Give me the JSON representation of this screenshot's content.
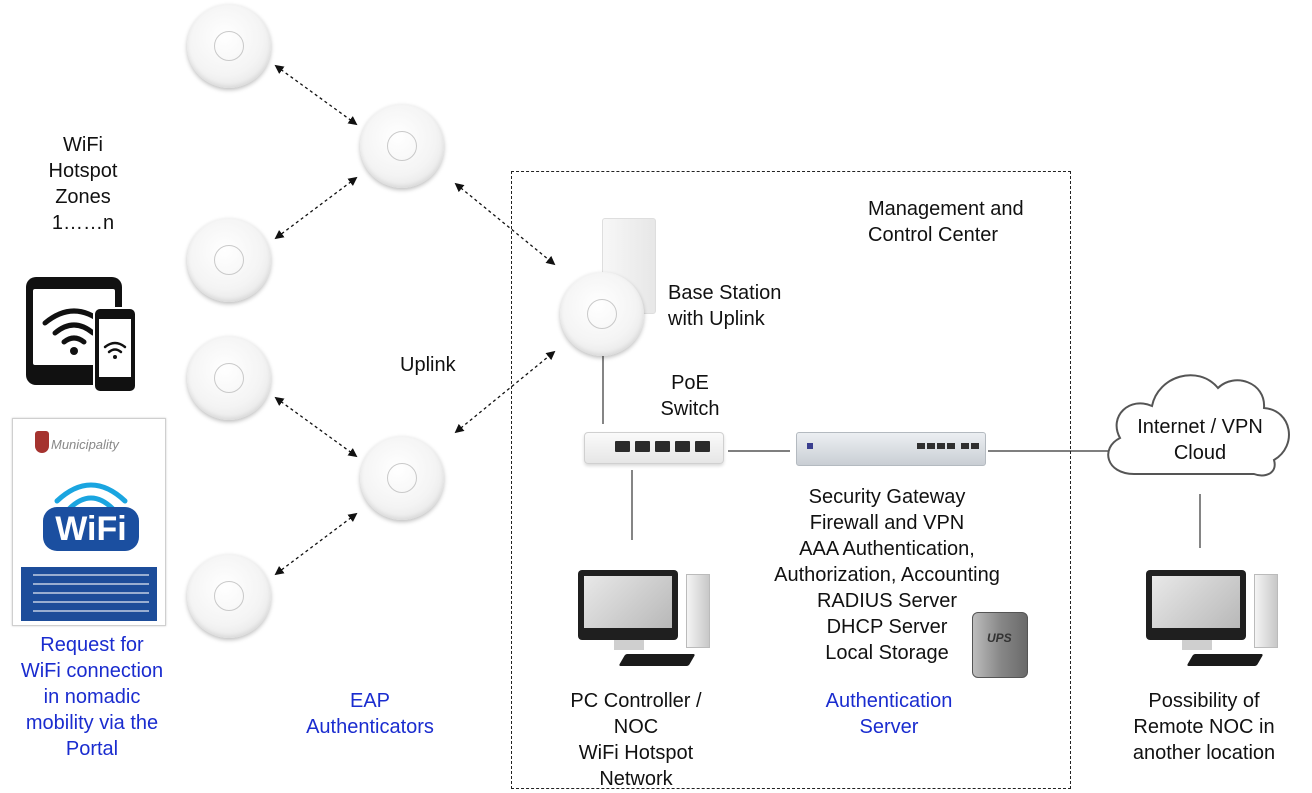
{
  "texts": {
    "zones": [
      "WiFi",
      "Hotspot",
      "Zones",
      "1……n"
    ],
    "uplink": "Uplink",
    "eap": [
      "EAP",
      "Authenticators"
    ],
    "mcc": [
      "Management and",
      "Control Center"
    ],
    "base_station": [
      "Base Station",
      "with Uplink"
    ],
    "poe": [
      "PoE",
      "Switch"
    ],
    "gateway_list": [
      "Security Gateway",
      "Firewall and VPN",
      "AAA Authentication,",
      "Authorization, Accounting",
      "RADIUS Server",
      "DHCP Server",
      "Local Storage"
    ],
    "auth_server": [
      "Authentication",
      "Server"
    ],
    "pc_controller": [
      "PC Controller /",
      "NOC",
      "WiFi Hotspot",
      "Network"
    ],
    "internet": [
      "Internet / VPN",
      "Cloud"
    ],
    "remote_noc": [
      "Possibility of",
      "Remote NOC in",
      "another location"
    ],
    "request": [
      "Request for",
      "WiFi connection",
      "in nomadic",
      "mobility via the",
      "Portal"
    ],
    "poster": {
      "municipality": "Municipality",
      "wifi": "WiFi"
    }
  },
  "colors": {
    "accent_blue": "#1a2ccf",
    "poster_blue": "#1d4d9a"
  },
  "icons": [
    "access-point-icon",
    "tablet-icon",
    "phone-icon",
    "cloud-icon",
    "poe-switch-icon",
    "security-gateway-icon",
    "desktop-pc-icon",
    "ups-icon",
    "base-station-icon"
  ]
}
